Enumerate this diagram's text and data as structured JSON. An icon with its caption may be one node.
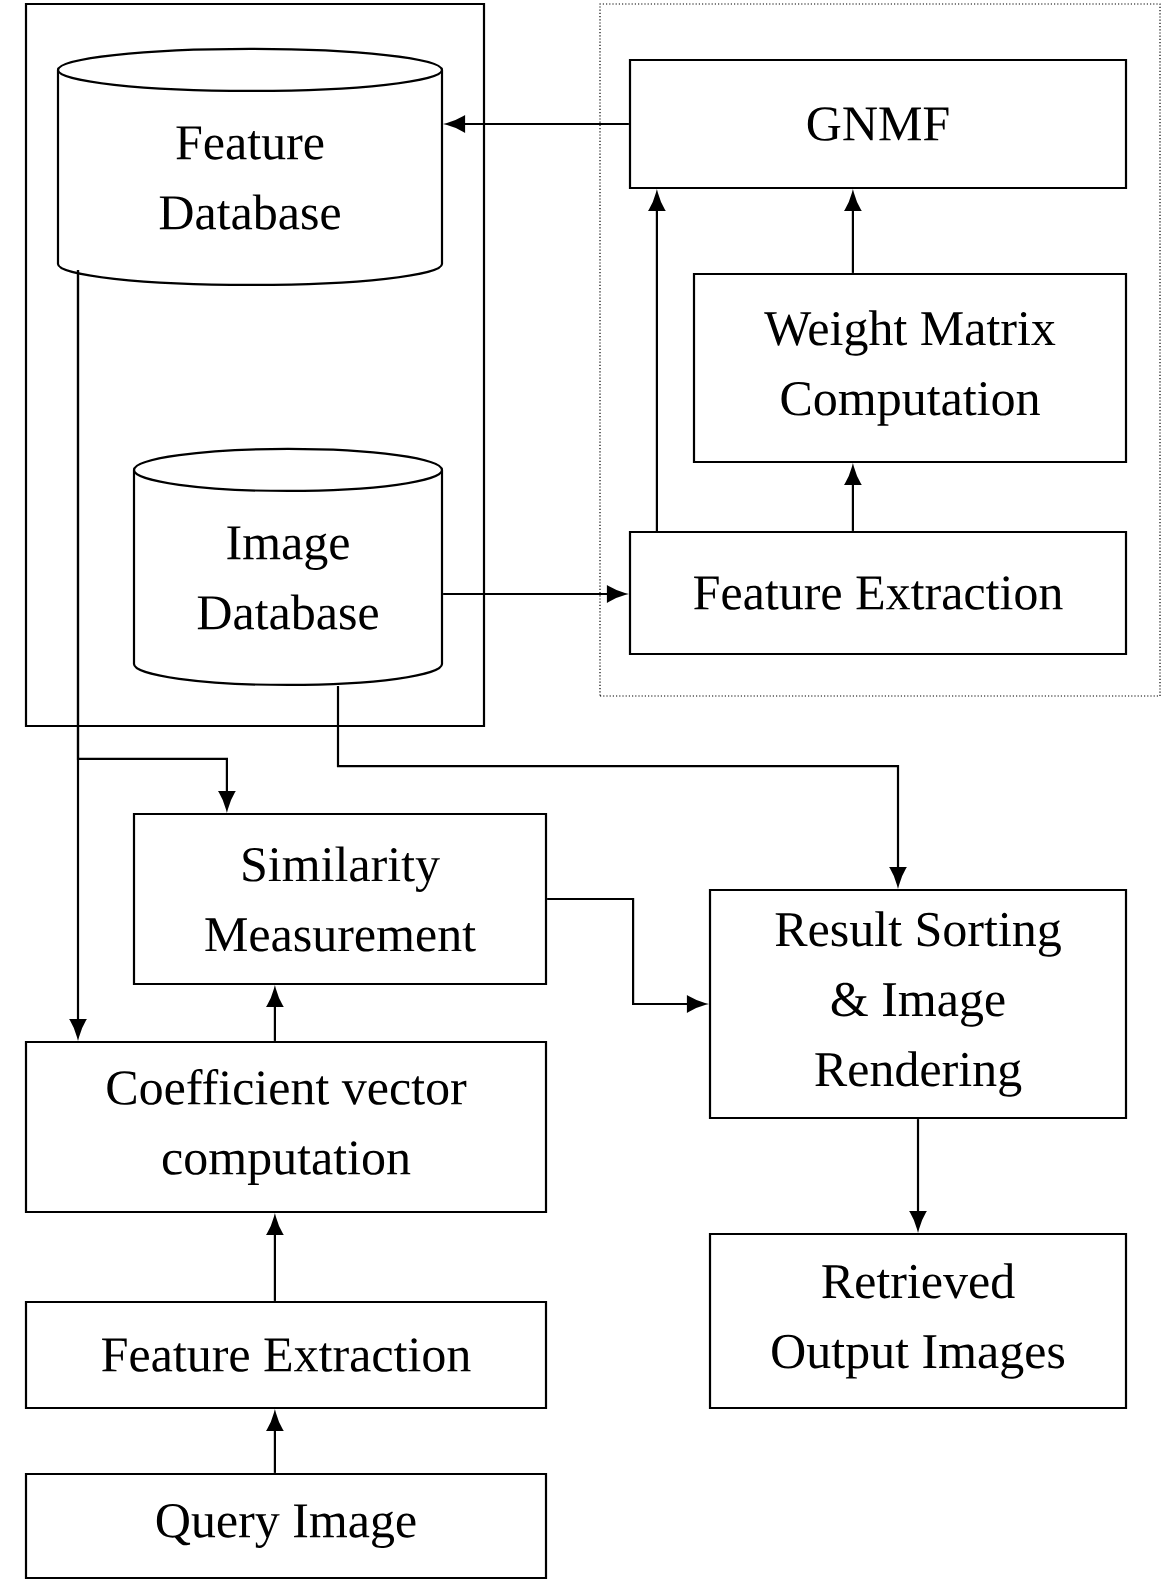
{
  "diagram": {
    "nodes": [
      {
        "text": [],
        "shape": "box"
      },
      {
        "text": [
          "Feature Database"
        ],
        "in": 0
      },
      {
        "text": [
          "Image Database"
        ],
        "in": 0
      },
      {
        "text": [],
        "shape": "box"
      },
      {
        "text": [
          "GNMF"
        ],
        "in": 3
      },
      {
        "text": [
          "Weight Matrix Computation"
        ],
        "in": 3
      },
      {
        "text": [
          "Feature Extraction"
        ],
        "in": 3
      },
      {
        "text": [
          "Similarity Measurement"
        ]
      },
      {
        "text": [
          "Result Sorting & Image Rendering"
        ]
      },
      {
        "text": [
          "Coefficient vector computation"
        ]
      },
      {
        "text": [
          "Retrieved Output Images"
        ]
      },
      {
        "text": [
          "Feature Extraction"
        ]
      },
      {
        "text": [
          "Query Image"
        ]
      }
    ],
    "edges": [
      {
        "from": 4,
        "to": 1,
        "arrow": "to"
      },
      {
        "from": 6,
        "to": 4,
        "arrow": "to"
      },
      {
        "from": 5,
        "to": 4,
        "arrow": "to"
      },
      {
        "from": 6,
        "to": 5,
        "arrow": "to"
      },
      {
        "from": 2,
        "to": 6,
        "arrow": "to"
      },
      {
        "from": 1,
        "to": 9,
        "arrow": "to"
      },
      {
        "from": 1,
        "to": 7,
        "arrow": "to"
      },
      {
        "from": 2,
        "to": 8,
        "arrow": "to"
      },
      {
        "from": 9,
        "to": 7,
        "arrow": "to"
      },
      {
        "from": 7,
        "to": 8,
        "arrow": "to"
      },
      {
        "from": 11,
        "to": 9,
        "arrow": "to"
      },
      {
        "from": 12,
        "to": 11,
        "arrow": "to"
      },
      {
        "from": 8,
        "to": 10,
        "arrow": "to"
      }
    ]
  }
}
